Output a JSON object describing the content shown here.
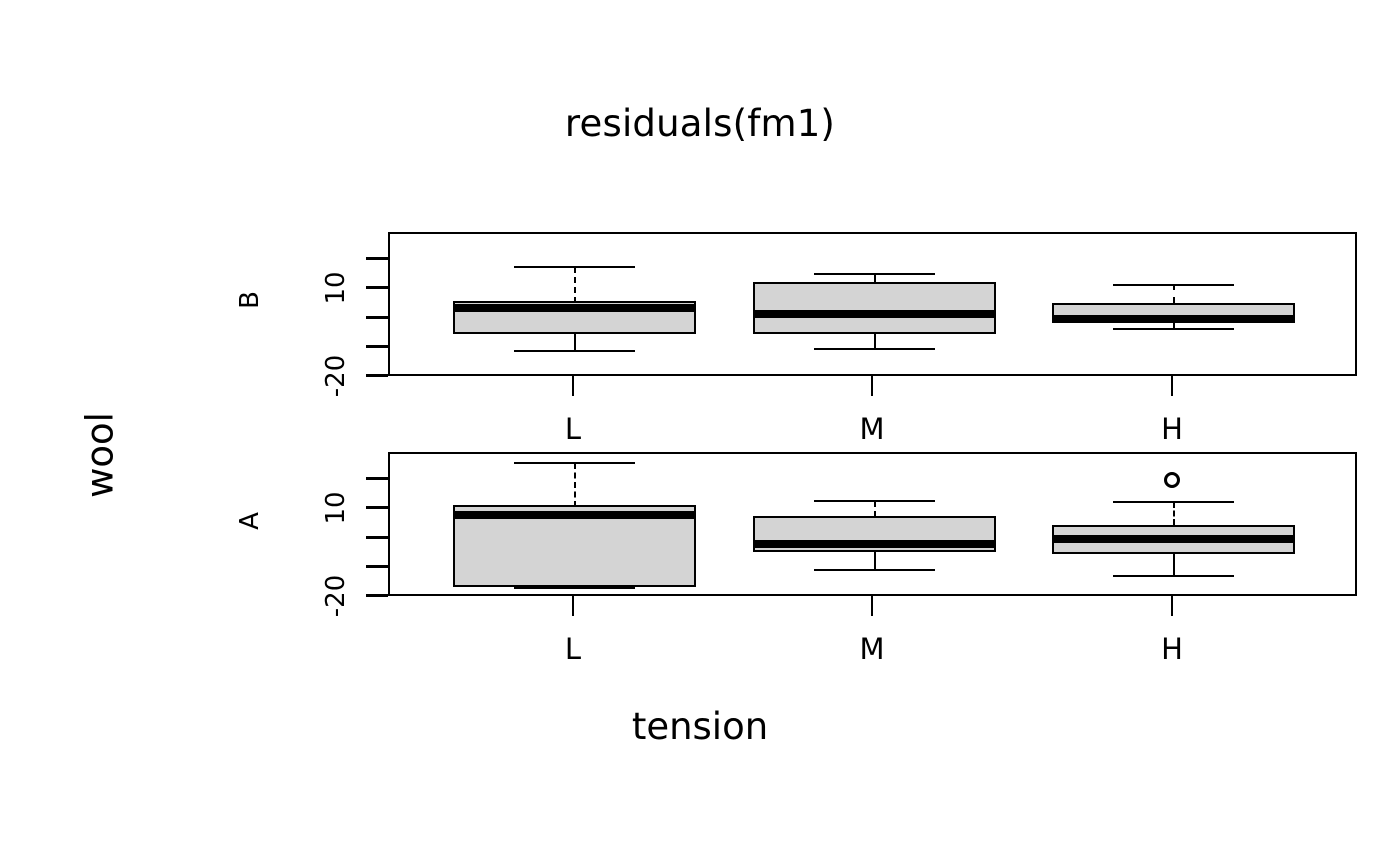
{
  "chart_data": {
    "type": "boxplot",
    "title": "residuals(fm1)",
    "xlabel": "tension",
    "ylabel": "wool",
    "layout": "trellis-2-rows-by-3-groups",
    "grid": false,
    "legend": "none",
    "y_axis": {
      "ticks": [
        20,
        10,
        0,
        -10,
        -20
      ],
      "labeled_ticks": [
        "10",
        "-20"
      ],
      "tick_labels": [
        "",
        "10",
        "",
        "",
        "-20"
      ],
      "ylim": [
        -23,
        23
      ]
    },
    "x_axis": {
      "categories": [
        "L",
        "M",
        "H"
      ],
      "tick_labels": [
        "L",
        "M",
        "H"
      ]
    },
    "panels": [
      {
        "strip_label": "B",
        "row": 0,
        "boxes": [
          {
            "group": "L",
            "lower_whisker": -15.5,
            "q1": -9.5,
            "median": 1.5,
            "q3": 2.5,
            "upper_whisker": 13.5,
            "outliers": []
          },
          {
            "group": "M",
            "lower_whisker": -14.5,
            "q1": -9.5,
            "median": -1.5,
            "q3": 8.0,
            "upper_whisker": 11.5,
            "outliers": []
          },
          {
            "group": "H",
            "lower_whisker": -6.0,
            "q1": -4.5,
            "median": -3.5,
            "q3": 2.0,
            "upper_whisker": 8.5,
            "outliers": []
          }
        ]
      },
      {
        "strip_label": "A",
        "row": 1,
        "boxes": [
          {
            "group": "L",
            "lower_whisker": -19.5,
            "q1": -19.0,
            "median": 8.0,
            "q3": 9.0,
            "upper_whisker": 21.0,
            "outliers": []
          },
          {
            "group": "M",
            "lower_whisker": -12.0,
            "q1": -3.0,
            "median": -1.0,
            "q3": 9.0,
            "upper_whisker": 10.5,
            "outliers": []
          },
          {
            "group": "H",
            "lower_whisker": -14.0,
            "q1": -4.0,
            "median": -0.5,
            "q3": 5.5,
            "upper_whisker": 10.0,
            "outliers": [
              15.0
            ]
          }
        ]
      }
    ]
  },
  "title": "residuals(fm1)",
  "axis": {
    "y_outer_label": "wool",
    "x_outer_label": "tension",
    "y_tick_10": "10",
    "y_tick_minus20": "-20"
  },
  "panel_b": {
    "strip": "B",
    "tick_10": "10",
    "tick_minus20": "-20",
    "x_L": "L",
    "x_M": "M",
    "x_H": "H"
  },
  "panel_a": {
    "strip": "A",
    "tick_10": "10",
    "tick_minus20": "-20",
    "x_L": "L",
    "x_M": "M",
    "x_H": "H"
  },
  "colors": {
    "box_fill": "#d4d4d4",
    "line": "#000000",
    "background": "#ffffff"
  }
}
